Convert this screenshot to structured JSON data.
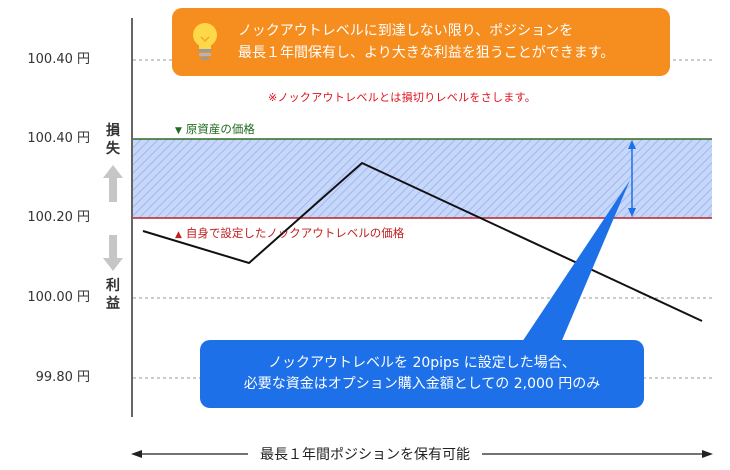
{
  "callout_top": {
    "line1": "ノックアウトレベルに到達しない限り、ポジションを",
    "line2": "最長１年間保有し、より大きな利益を狙うことができます。"
  },
  "note": "※ノックアウトレベルとは損切りレベルをさします。",
  "y_labels": [
    "100.40 円",
    "100.40 円",
    "100.20 円",
    "100.00 円",
    "99.80 円"
  ],
  "side": {
    "loss": "損失",
    "profit": "利益"
  },
  "labels": {
    "original_price": "原資産の価格",
    "knockout_level": "自身で設定したノックアウトレベルの価格"
  },
  "callout_blue": {
    "line1": "ノックアウトレベルを 20pips に設定した場合、",
    "line2": "必要な資金はオプション購入金額としての 2,000 円のみ"
  },
  "bottom_label": "最長１年間ポジションを保有可能",
  "colors": {
    "orange": "#f58d1f",
    "blue": "#1d70e8",
    "green_line": "#2e6b1e",
    "red_line": "#b8202a",
    "band": "#b9cdf7",
    "note_red": "#e0101b"
  }
}
